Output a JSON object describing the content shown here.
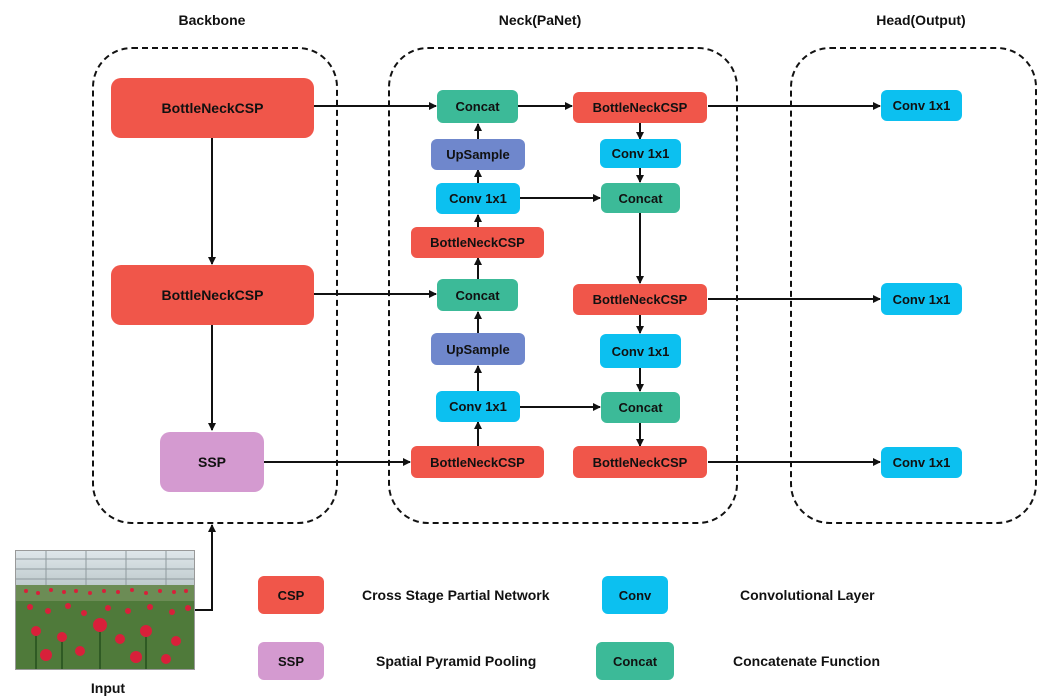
{
  "regions": {
    "backbone": "Backbone",
    "neck": "Neck(PaNet)",
    "head": "Head(Output)"
  },
  "backbone": {
    "csp_top": "BottleNeckCSP",
    "csp_mid": "BottleNeckCSP",
    "ssp": "SSP"
  },
  "neck": {
    "concat_1": "Concat",
    "upsample_1": "UpSample",
    "conv_1": "Conv 1x1",
    "csp_1": "BottleNeckCSP",
    "concat_2": "Concat",
    "upsample_2": "UpSample",
    "conv_2": "Conv 1x1",
    "csp_2": "BottleNeckCSP",
    "csp_out_1": "BottleNeckCSP",
    "conv_out_1": "Conv 1x1",
    "concat_out_1": "Concat",
    "csp_out_2": "BottleNeckCSP",
    "conv_out_2": "Conv 1x1",
    "concat_out_2": "Concat",
    "csp_out_3": "BottleNeckCSP"
  },
  "head": {
    "conv_1": "Conv 1x1",
    "conv_2": "Conv 1x1",
    "conv_3": "Conv 1x1"
  },
  "input_label": "Input",
  "legend": {
    "csp_key": "CSP",
    "csp_desc": "Cross Stage Partial Network",
    "ssp_key": "SSP",
    "ssp_desc": "Spatial Pyramid Pooling",
    "conv_key": "Conv",
    "conv_desc": "Convolutional Layer",
    "concat_key": "Concat",
    "concat_desc": "Concatenate Function"
  },
  "colors": {
    "csp": "#f0564a",
    "conv": "#0cc0f0",
    "concat": "#3cba98",
    "upsample": "#6f87cc",
    "ssp": "#d49ad0"
  }
}
